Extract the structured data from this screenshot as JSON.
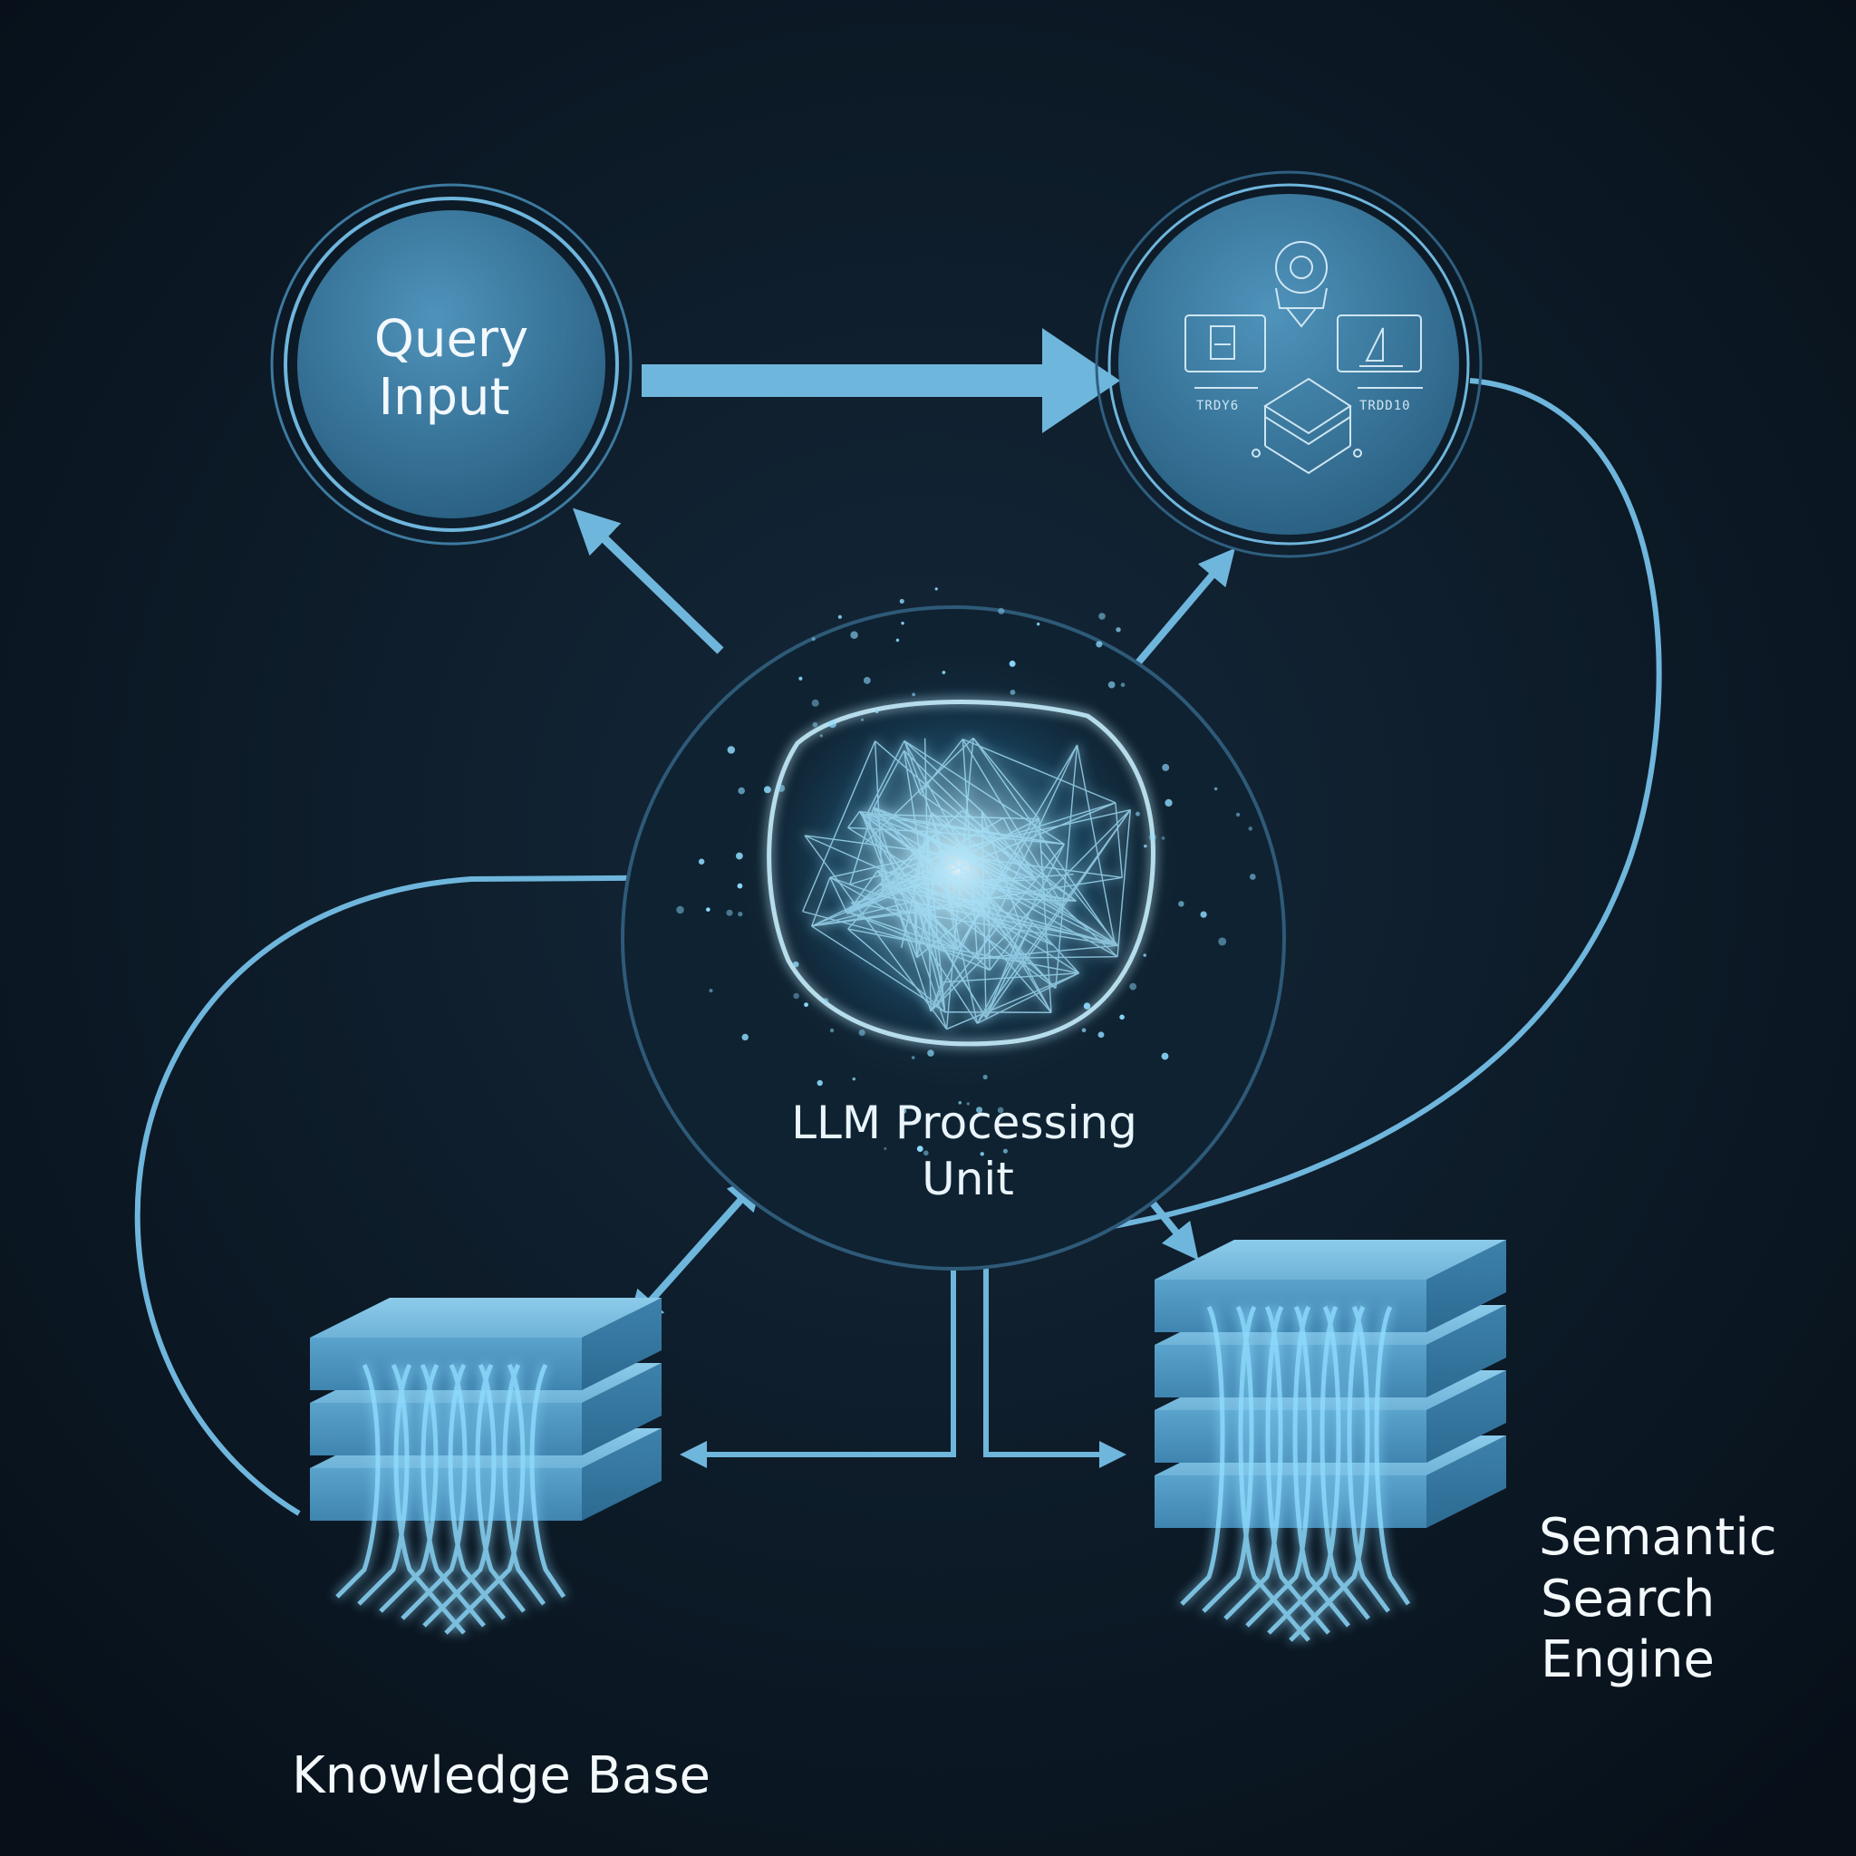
{
  "nodes": {
    "query_input": {
      "line1": "Query",
      "line2": "Input"
    },
    "llm_processing_unit": {
      "line1": "LLM Processing",
      "line2": "Unit"
    },
    "knowledge_base": {
      "label": "Knowledge Base"
    },
    "semantic_search_engine": {
      "line1": "Semantic",
      "line2": "Search",
      "line3": "Engine"
    }
  },
  "icons": {
    "top_right_node": [
      "brain-gear-icon",
      "document-icon",
      "chart-icon",
      "layered-chip-icon"
    ],
    "left_code_text": "TRDY6",
    "right_code_text": "TRDD10"
  },
  "colors": {
    "background": "#0c1822",
    "node_fill": "#3b7ea5",
    "connector": "#6fb6dd",
    "glow": "#9fe4ff"
  }
}
